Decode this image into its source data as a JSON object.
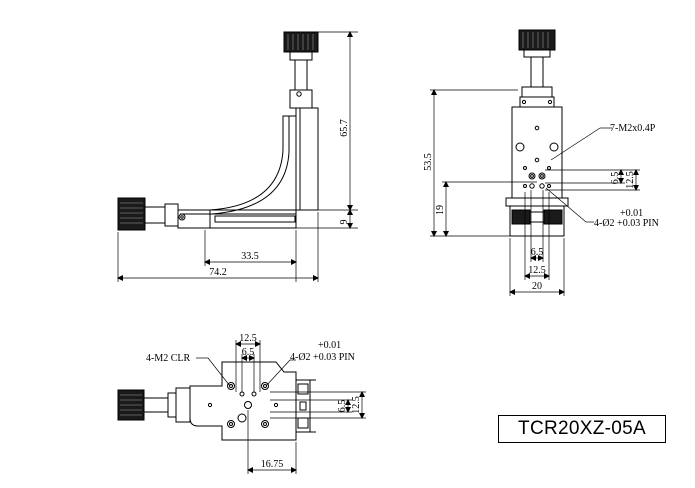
{
  "model": "TCR20XZ-05A",
  "front_view": {
    "dim_height": "65.7",
    "dim_base": "9",
    "dim_width_inner": "33.5",
    "dim_width_total": "74.2"
  },
  "side_view": {
    "dim_height": "53.5",
    "dim_hole_height": "19",
    "dim_pitch_v1": "6.5",
    "dim_pitch_v2": "12.5",
    "dim_pitch_h1": "6.5",
    "dim_pitch_h2": "12.5",
    "dim_width": "20",
    "note_tap": "7-M2x0.4P",
    "note_tol": "+0.01",
    "note_pin": "4-Ø2 +0.03 PIN"
  },
  "top_view": {
    "dim_pitch_h2": "12.5",
    "dim_pitch_h1": "6.5",
    "dim_pitch_v1": "6.5",
    "dim_pitch_v2": "12.5",
    "dim_offset": "16.75",
    "note_clr": "4-M2 CLR",
    "note_tol": "+0.01",
    "note_pin": "4-Ø2 +0.03 PIN"
  }
}
